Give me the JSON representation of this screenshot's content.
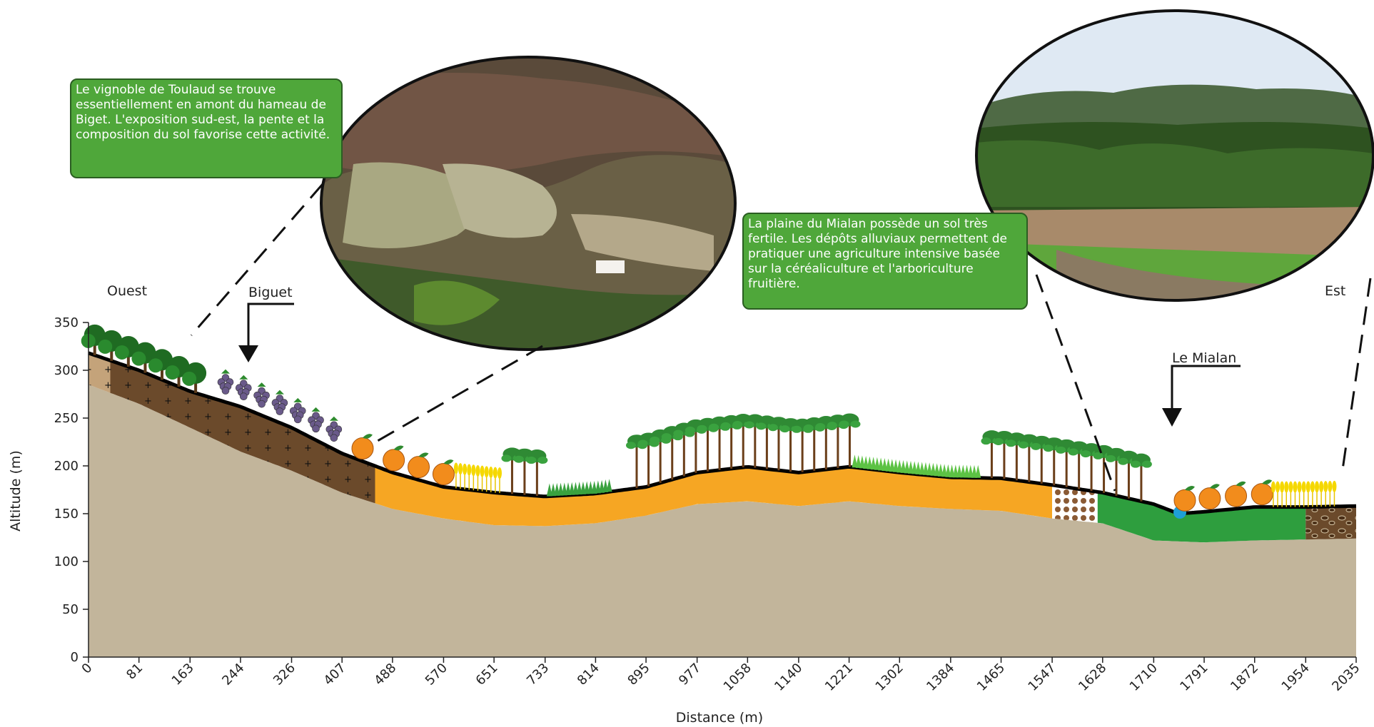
{
  "axes": {
    "ylabel": "Altitude (m)",
    "xlabel": "Distance (m)",
    "y_ticks": [
      "0",
      "50",
      "100",
      "150",
      "200",
      "250",
      "300",
      "350"
    ],
    "x_ticks": [
      "0",
      "81",
      "163",
      "244",
      "326",
      "407",
      "488",
      "570",
      "651",
      "733",
      "814",
      "895",
      "977",
      "1058",
      "1140",
      "1221",
      "1302",
      "1384",
      "1465",
      "1547",
      "1628",
      "1710",
      "1791",
      "1872",
      "1954",
      "2035"
    ],
    "ylim": [
      0,
      350
    ],
    "xlim": [
      0,
      2035
    ]
  },
  "labels": {
    "west": "Ouest",
    "east": "Est",
    "biguet": "Biguet",
    "mialan": "Le Mialan"
  },
  "callouts": {
    "left": "Le vignoble de Toulaud se trouve essentiellement en amont du hameau de Biget. L'exposition sud-est, la pente et la composition du sol favorise cette activité.",
    "right": "La plaine du Mialan possède un sol très fertile. Les dépôts alluviaux permettent de pratiquer une agriculture intensive basée sur la céréaliculture et l'arboriculture fruitière."
  },
  "profile": {
    "surface": [
      [
        0,
        318
      ],
      [
        81,
        300
      ],
      [
        163,
        278
      ],
      [
        244,
        262
      ],
      [
        326,
        240
      ],
      [
        407,
        213
      ],
      [
        488,
        193
      ],
      [
        570,
        178
      ],
      [
        651,
        172
      ],
      [
        733,
        168
      ],
      [
        814,
        171
      ],
      [
        895,
        178
      ],
      [
        977,
        193
      ],
      [
        1058,
        199
      ],
      [
        1140,
        193
      ],
      [
        1221,
        199
      ],
      [
        1302,
        193
      ],
      [
        1384,
        188
      ],
      [
        1465,
        187
      ],
      [
        1547,
        180
      ],
      [
        1628,
        172
      ],
      [
        1710,
        160
      ],
      [
        1750,
        150
      ],
      [
        1791,
        152
      ],
      [
        1872,
        157
      ],
      [
        1954,
        157
      ],
      [
        2035,
        158
      ]
    ],
    "bedrock": [
      [
        0,
        285
      ],
      [
        81,
        265
      ],
      [
        163,
        240
      ],
      [
        244,
        215
      ],
      [
        326,
        195
      ],
      [
        407,
        172
      ],
      [
        488,
        155
      ],
      [
        570,
        145
      ],
      [
        651,
        138
      ],
      [
        733,
        137
      ],
      [
        814,
        140
      ],
      [
        895,
        148
      ],
      [
        977,
        160
      ],
      [
        1058,
        163
      ],
      [
        1140,
        158
      ],
      [
        1221,
        163
      ],
      [
        1302,
        158
      ],
      [
        1384,
        155
      ],
      [
        1465,
        153
      ],
      [
        1547,
        145
      ],
      [
        1628,
        140
      ],
      [
        1710,
        122
      ],
      [
        1791,
        120
      ],
      [
        1872,
        122
      ],
      [
        1954,
        123
      ],
      [
        2035,
        124
      ]
    ]
  },
  "colors": {
    "bedrock": "#c2b59b",
    "schist": "#6b4a2b",
    "light_soil": "#c4a37a",
    "alluvium": "#f6a623",
    "river_deposit": "#2e9e3e",
    "gravel": "#8a5a34",
    "dark_soil": "#6b4a2b",
    "callout_bg": "#4fa73a",
    "water": "#1e9fd6"
  }
}
